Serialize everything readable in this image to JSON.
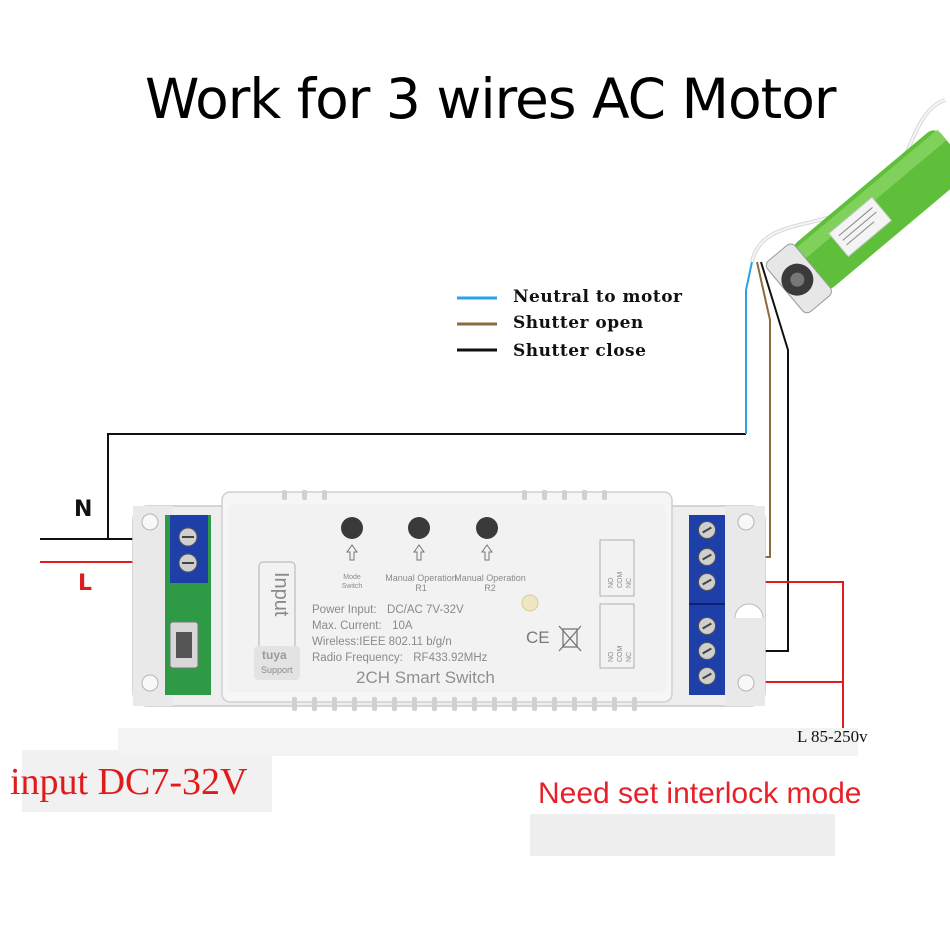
{
  "title": "Work for 3 wires AC Motor",
  "legend": [
    {
      "label": "Neutral to motor",
      "color": "#29a3e6"
    },
    {
      "label": "Shutter open",
      "color": "#8b6a3e"
    },
    {
      "label": "Shutter close",
      "color": "#111111"
    }
  ],
  "labels": {
    "neutral": "N",
    "line": "L",
    "ac_line": "L 85-250v",
    "dc_input": "input DC7-32V",
    "note": "Need set interlock mode"
  },
  "device": {
    "input_label": "Input",
    "button_labels": [
      "Mode Switch",
      "Manual Operation R1",
      "Manual Operation R2"
    ],
    "specs": [
      {
        "key": "Power Input:",
        "value": "DC/AC 7V-32V"
      },
      {
        "key": "Max. Current:",
        "value": "10A"
      },
      {
        "key": "Wireless:",
        "value": "IEEE 802.11 b/g/n"
      },
      {
        "key": "Radio Frequency:",
        "value": "RF433.92MHz"
      }
    ],
    "brand": "tuya",
    "brand_sub": "Support",
    "name": "2CH Smart Switch",
    "cert": "CE",
    "terminal_labels": [
      "NC",
      "COM",
      "NO"
    ]
  },
  "colors": {
    "neutral_wire": "#29a3e6",
    "open_wire": "#8b6a3e",
    "close_wire": "#111111",
    "live_wire": "#e01b1b",
    "motor_tube": "#5fbf3a",
    "terminal_block": "#1f3fa8",
    "pcb": "#2f9a45"
  }
}
